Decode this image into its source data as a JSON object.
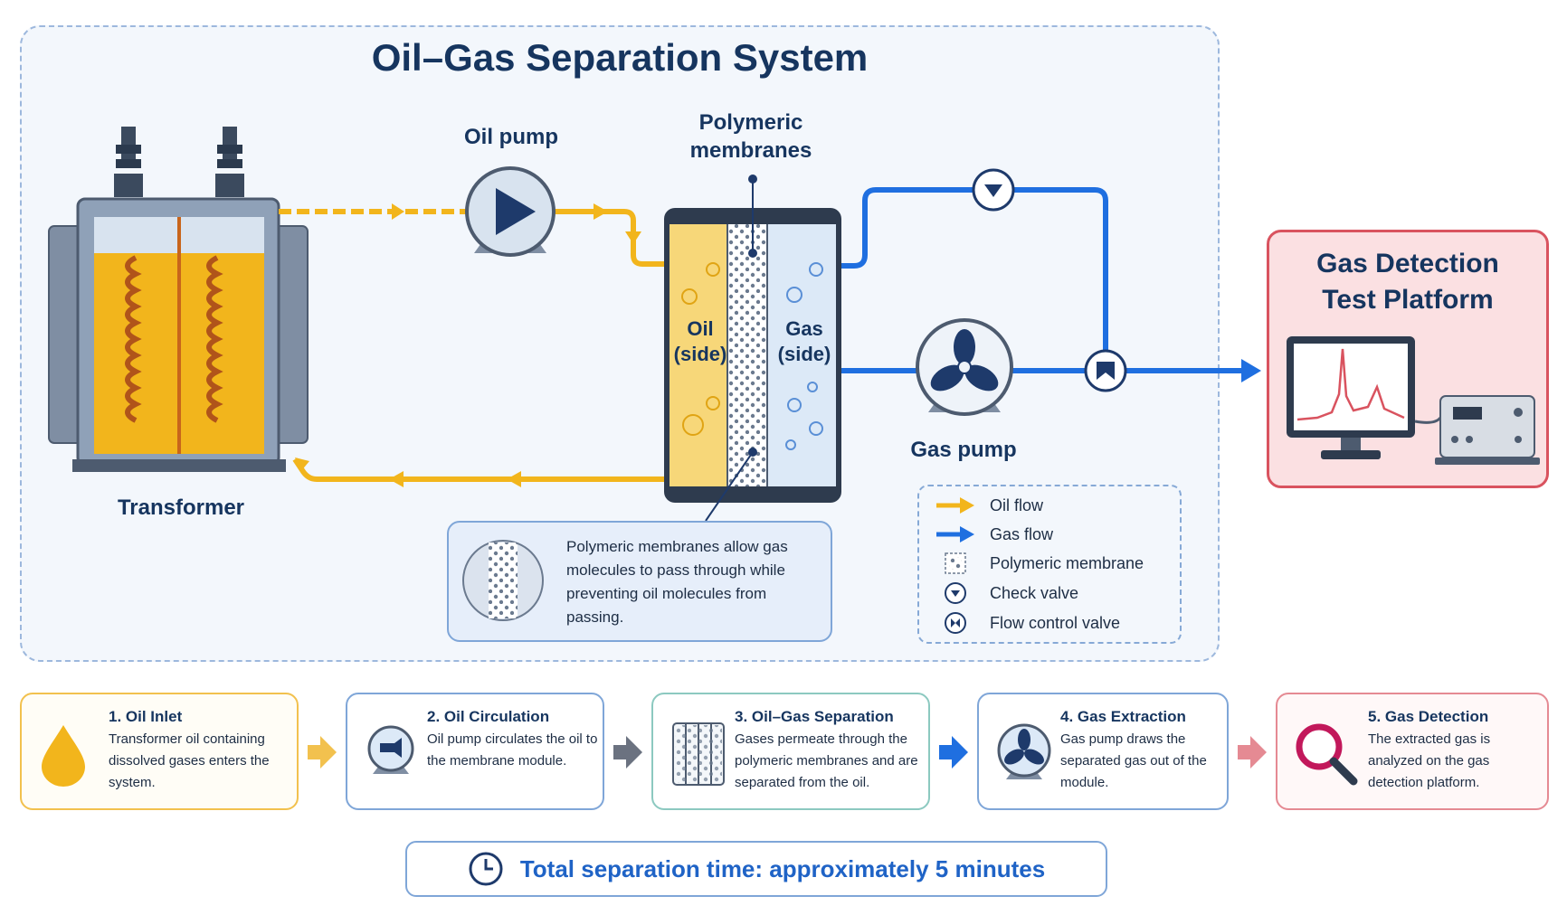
{
  "title": "Oil–Gas Separation System",
  "labels": {
    "transformer": "Transformer",
    "oil_pump": "Oil pump",
    "membranes": "Polymeric membranes",
    "oil_side_1": "Oil",
    "oil_side_2": "(side)",
    "gas_side_1": "Gas",
    "gas_side_2": "(side)",
    "gas_pump": "Gas pump"
  },
  "platform": {
    "title_1": "Gas Detection",
    "title_2": "Test Platform"
  },
  "info": "Polymeric membranes allow gas molecules to pass through while preventing oil molecules from passing.",
  "legend": [
    {
      "icon": "oil-flow-arrow",
      "label": "Oil flow",
      "color": "#f2b51c"
    },
    {
      "icon": "gas-flow-arrow",
      "label": "Gas flow",
      "color": "#1f6fe0"
    },
    {
      "icon": "membrane-icon",
      "label": "Polymeric membrane"
    },
    {
      "icon": "check-valve-icon",
      "label": "Check valve"
    },
    {
      "icon": "flow-control-valve-icon",
      "label": "Flow control valve"
    }
  ],
  "steps": [
    {
      "title": "1. Oil Inlet",
      "desc": "Transformer oil containing dissolved gases enters the system.",
      "color": "#f2c14e",
      "icon": "oil-drop-icon"
    },
    {
      "title": "2. Oil Circulation",
      "desc": "Oil pump circulates the oil to the membrane module.",
      "color": "#7fa6d8",
      "icon": "pump-icon"
    },
    {
      "title": "3. Oil–Gas Separation",
      "desc": "Gases permeate through the polymeric membranes and are separated from the oil.",
      "color": "#8cc9c0",
      "icon": "membrane-module-icon"
    },
    {
      "title": "4. Gas Extraction",
      "desc": "Gas pump draws the separated gas out of the module.",
      "color": "#7fa6d8",
      "icon": "fan-icon"
    },
    {
      "title": "5. Gas Detection",
      "desc": "The extracted gas is analyzed on the gas detection platform.",
      "color": "#e58a93",
      "icon": "magnifier-icon"
    }
  ],
  "footer": "Total separation time: approximately 5 minutes",
  "colors": {
    "oil": "#f2b51c",
    "gas": "#1f6fe0",
    "platform": "#d9535f"
  }
}
